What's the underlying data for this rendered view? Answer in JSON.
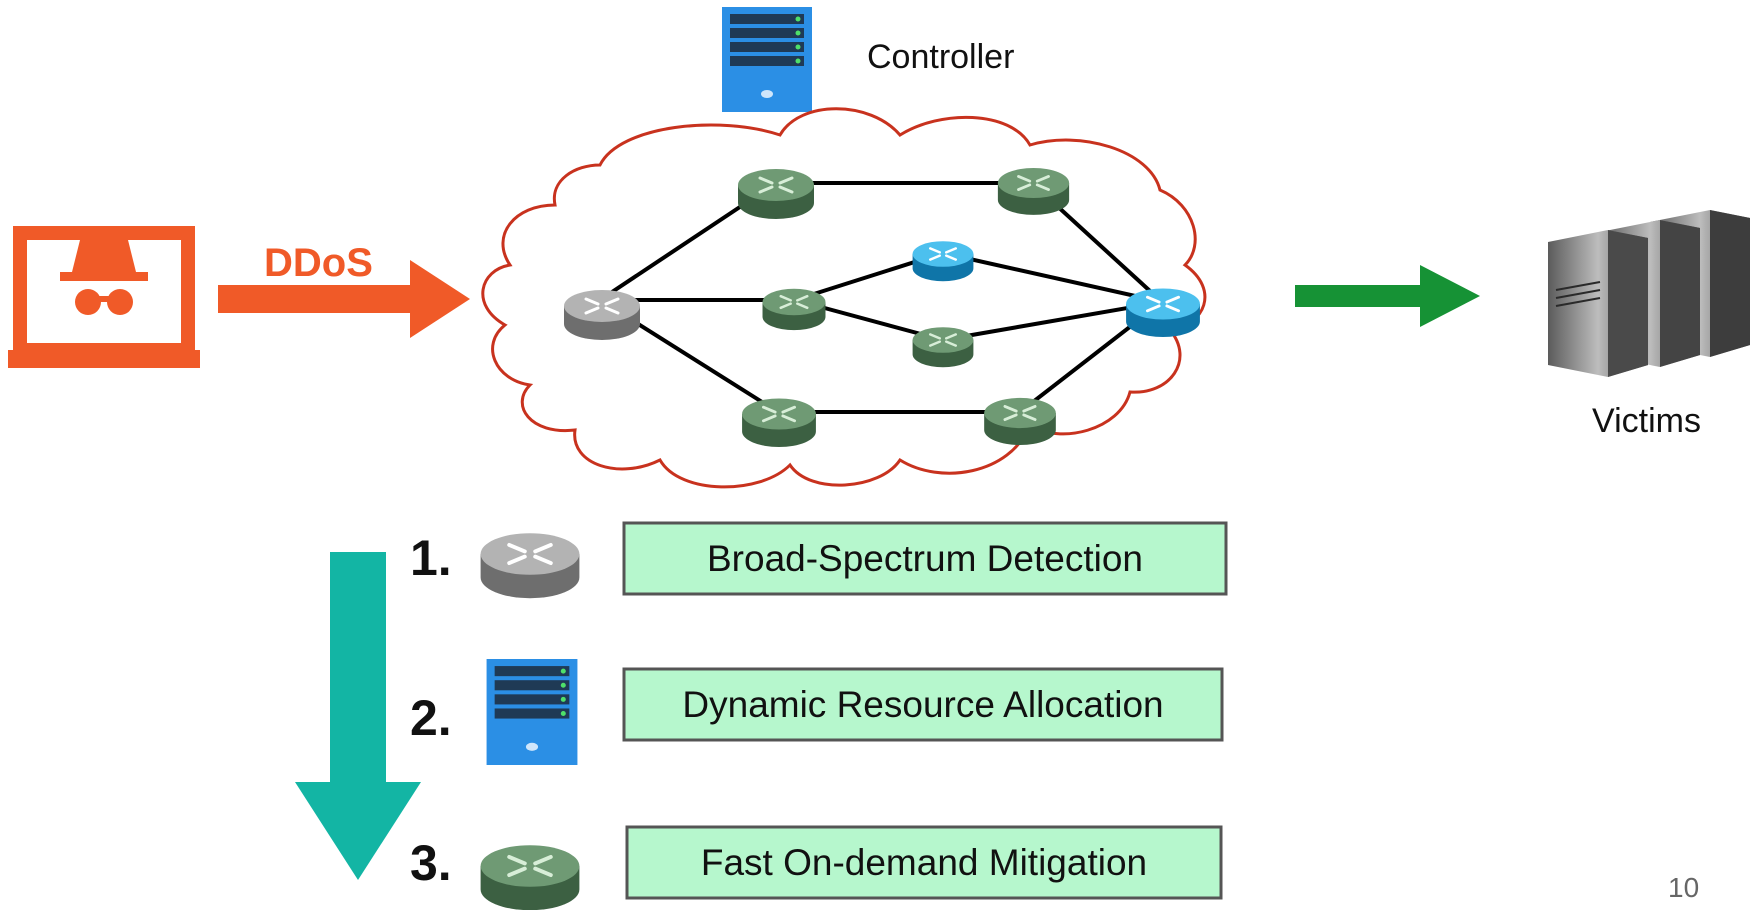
{
  "labels": {
    "controller": "Controller",
    "ddos": "DDoS",
    "victims": "Victims",
    "page_number": "10"
  },
  "steps": [
    {
      "number": "1.",
      "icon": "gray-router-icon",
      "label": "Broad-Spectrum Detection"
    },
    {
      "number": "2.",
      "icon": "controller-server-icon",
      "label": "Dynamic Resource Allocation"
    },
    {
      "number": "3.",
      "icon": "green-router-icon",
      "label": "Fast On-demand Mitigation"
    }
  ],
  "colors": {
    "attack_orange": "#f05a28",
    "cloud_red": "#c8321e",
    "router_green": "#4f7a55",
    "router_blue": "#1b95d2",
    "router_gray": "#8a8a8a",
    "server_blue": "#2b8fe5",
    "flow_green": "#169235",
    "teal_arrow": "#13b5a4",
    "box_fill": "#b6f7cd",
    "box_border": "#555555"
  }
}
